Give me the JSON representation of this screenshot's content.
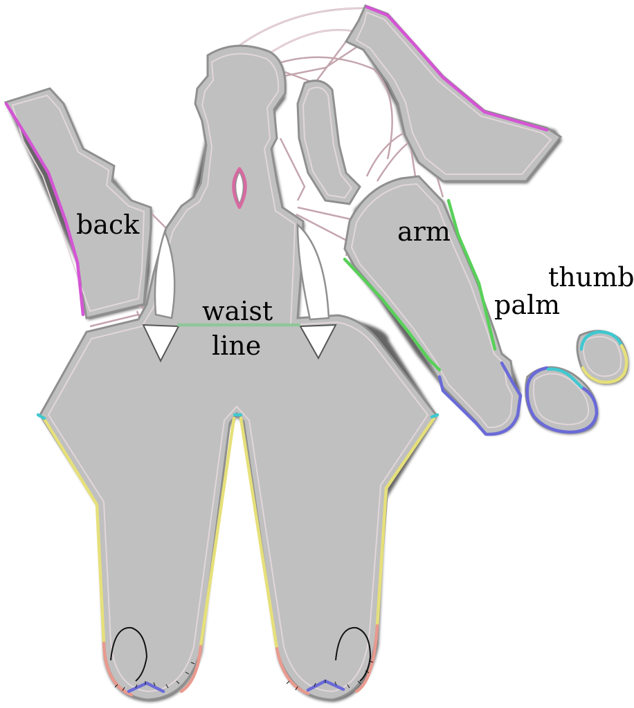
{
  "labels": {
    "back": "back",
    "arm": "arm",
    "thumb": "thumb",
    "palm": "palm",
    "waist_line_1": "waist",
    "waist_line_2": "line"
  },
  "colors": {
    "piece_fill": "#c0c0c0",
    "outline": "#8f8f8f",
    "seam_magenta": "#d455d4",
    "seam_green": "#59d059",
    "seam_waist": "#8fc79a",
    "seam_yellow": "#e6e07a",
    "seam_blue": "#6a6ad8",
    "seam_cyan": "#41c8d0",
    "seam_salmon": "#e89a8e",
    "bridge": "#c4a5ad"
  }
}
